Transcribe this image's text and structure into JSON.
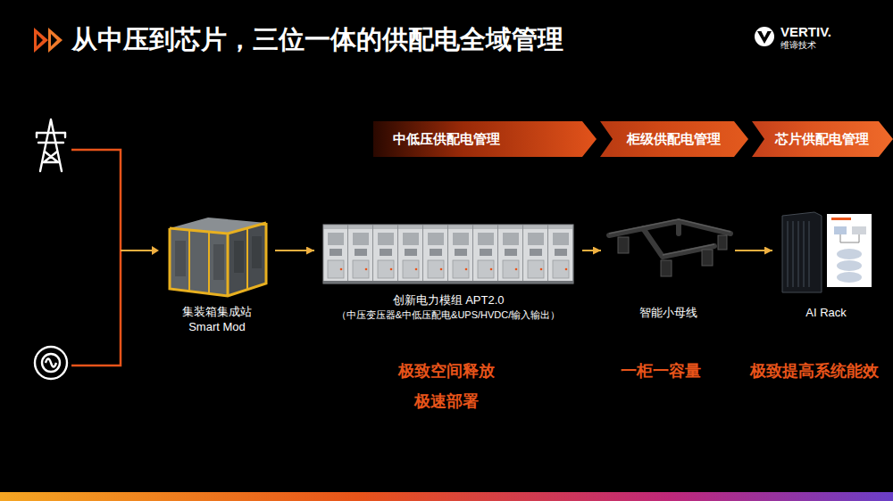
{
  "diagram": {
    "title": "从中压到芯片，三位一体的供配电全域管理",
    "nodes": [
      {
        "text": [
          "中低压供配电管理"
        ]
      },
      {
        "text": [
          "柜级供配电管理"
        ]
      },
      {
        "text": [
          "芯片供配电管理"
        ]
      },
      {
        "text": [
          "集装箱集成站",
          "Smart Mod"
        ]
      },
      {
        "text": [
          "创新电力模组 APT2.0",
          "（中压变压器&中低压配电&UPS/HVDC/输入输出）"
        ]
      },
      {
        "text": [
          "智能小母线"
        ]
      },
      {
        "text": [
          "AI Rack"
        ]
      }
    ],
    "edges": [
      {
        "from": 3,
        "to": 4,
        "arrow": "to"
      },
      {
        "from": 4,
        "to": 5,
        "arrow": "to"
      },
      {
        "from": 5,
        "to": 6,
        "arrow": "to"
      }
    ],
    "labels": [
      "VERTIV.",
      "维谛技术",
      "极致空间释放",
      "极速部署",
      "一柜一容量",
      "极致提高系统能效"
    ]
  }
}
